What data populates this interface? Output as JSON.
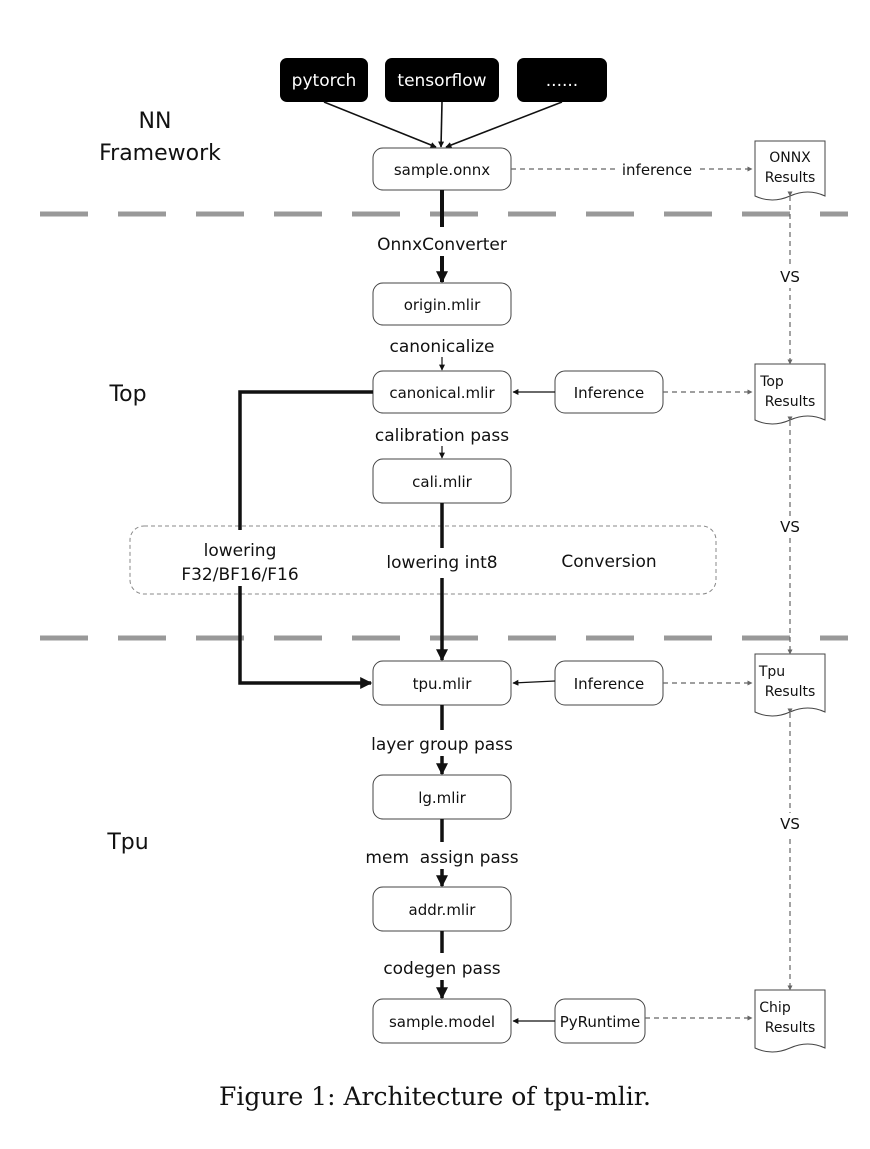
{
  "frameworks": [
    "pytorch",
    "tensorflow",
    "......"
  ],
  "sections": {
    "nn": [
      "NN",
      "Framework"
    ],
    "top": "Top",
    "tpu": "Tpu"
  },
  "nodes": {
    "onnx": "sample.onnx",
    "origin": "origin.mlir",
    "canonical": "canonical.mlir",
    "cali": "cali.mlir",
    "tpu": "tpu.mlir",
    "lg": "lg.mlir",
    "addr": "addr.mlir",
    "model": "sample.model"
  },
  "passes": {
    "onnx_converter": "OnnxConverter",
    "canonicalize": "canonicalize",
    "calibration": "calibration pass",
    "lowering_int8": "lowering int8",
    "lowering_float": [
      "lowering",
      "F32/BF16/F16"
    ],
    "conversion": "Conversion",
    "layer_group": "layer group pass",
    "mem_assign": "mem  assign pass",
    "codegen": "codegen pass"
  },
  "engines": {
    "top_inference": "Inference",
    "tpu_inference": "Inference",
    "runtime": "PyRuntime"
  },
  "edge_labels": {
    "inference": "inference"
  },
  "results": {
    "onnx": [
      "ONNX",
      "Results"
    ],
    "top": [
      "Top",
      "Results"
    ],
    "tpu": [
      "Tpu",
      "Results"
    ],
    "chip": [
      "Chip",
      "Results"
    ]
  },
  "compare_label": "VS",
  "caption": "Figure 1: Architecture of tpu-mlir."
}
